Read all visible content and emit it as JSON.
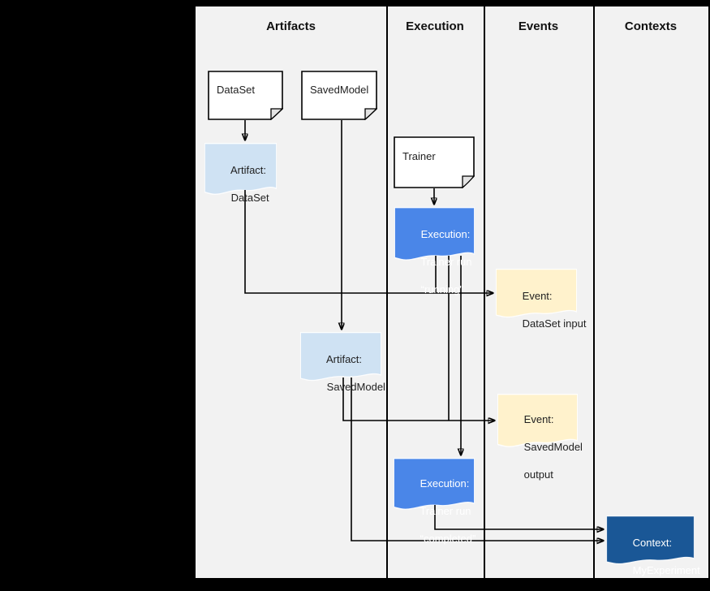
{
  "header": {
    "columns": [
      "Artifacts",
      "Execution",
      "Events",
      "Contexts"
    ]
  },
  "nodes": {
    "dataset": {
      "label": "DataSet"
    },
    "savedmodel": {
      "label": "SavedModel"
    },
    "trainer": {
      "label": "Trainer"
    },
    "artifact_dataset": {
      "lines": [
        "Artifact:",
        "DataSet"
      ]
    },
    "execution_running": {
      "lines": [
        "Execution:",
        "Trainer run",
        "“running”"
      ]
    },
    "event_dataset_input": {
      "lines": [
        "Event:",
        "DataSet input"
      ]
    },
    "artifact_savedmodel": {
      "lines": [
        "Artifact:",
        "SavedModel"
      ]
    },
    "event_savedmodel_output": {
      "lines": [
        "Event:",
        "SavedModel",
        "output"
      ]
    },
    "execution_completed": {
      "lines": [
        "Execution:",
        "Trainer run",
        "“completed”"
      ]
    },
    "context_myexperiment": {
      "lines": [
        "Context:",
        "MyExperiment"
      ]
    }
  },
  "colors": {
    "canvas_bg": "#f2f2f2",
    "page_bg": "#000000",
    "artifact_fill": "#cfe2f3",
    "execution_fill": "#4a86e8",
    "event_fill": "#fff2cc",
    "context_fill": "#1a5796",
    "doc_fill": "#ffffff",
    "line": "#000000"
  }
}
